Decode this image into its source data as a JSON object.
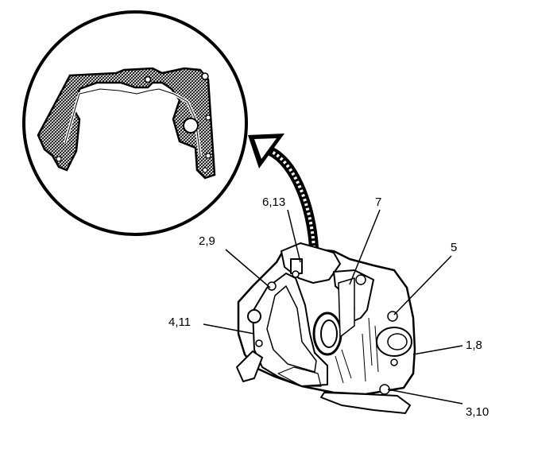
{
  "callouts": {
    "c_6_13": "6,13",
    "c_7": "7",
    "c_2_9": "2,9",
    "c_5": "5",
    "c_4_11": "4,11",
    "c_1_8": "1,8",
    "c_3_10": "3,10"
  },
  "colors": {
    "ink": "#000000",
    "paper": "#ffffff",
    "hatch": "#5a5a5a"
  }
}
